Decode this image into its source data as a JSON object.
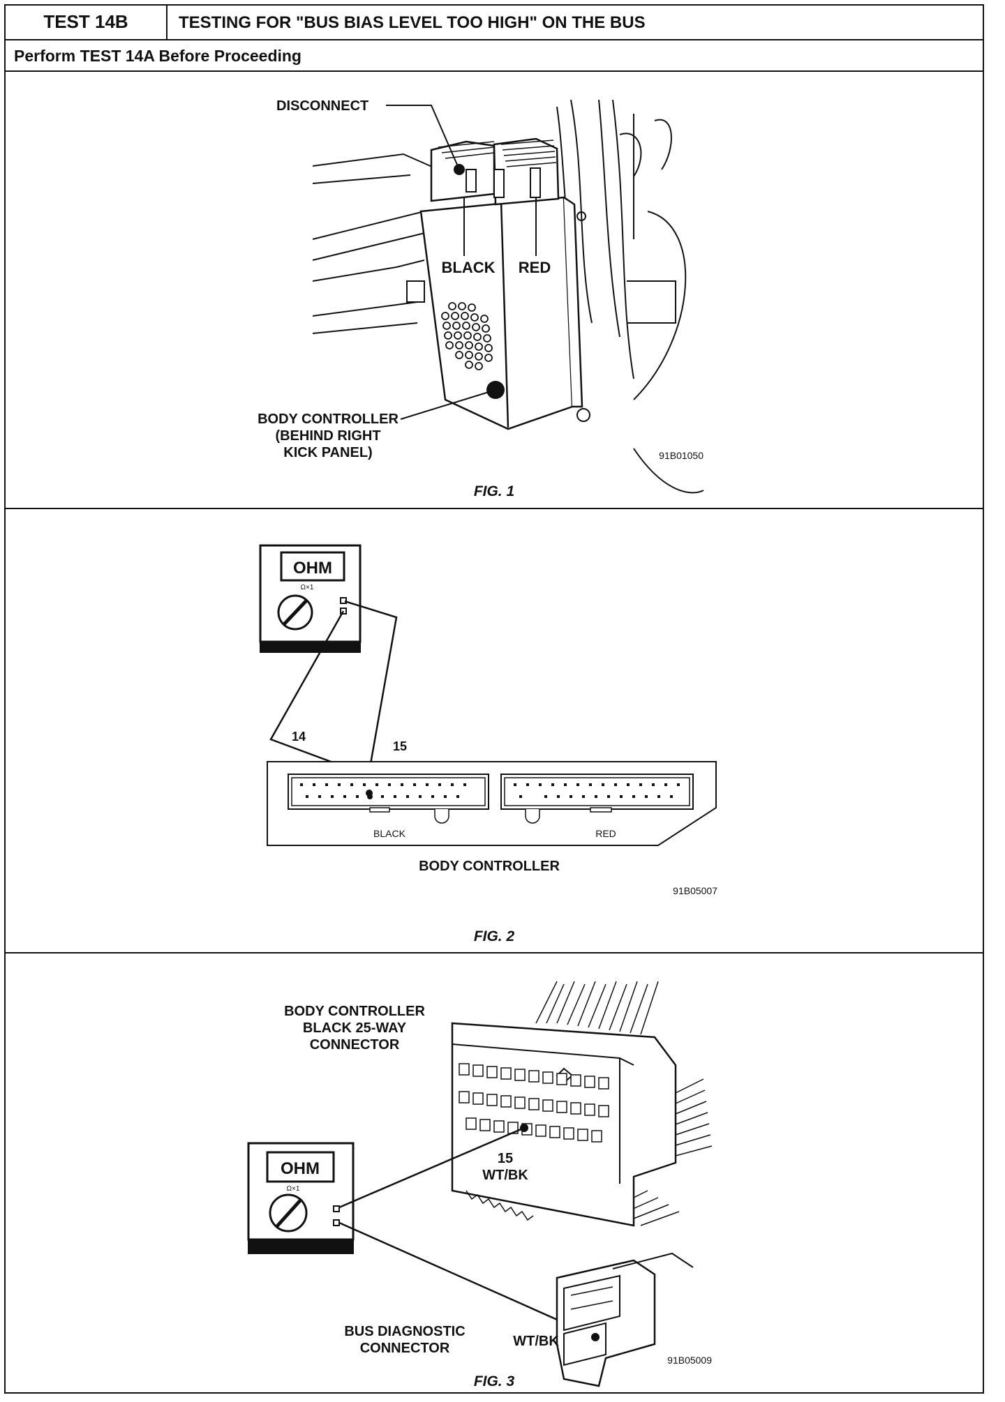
{
  "header": {
    "test_id": "TEST 14B",
    "title": "TESTING FOR \"BUS BIAS LEVEL TOO HIGH\" ON THE BUS",
    "prerequisite": "Perform TEST 14A Before Proceeding"
  },
  "fig1": {
    "caption": "FIG. 1",
    "ref": "91B01050",
    "disconnect": "DISCONNECT",
    "black": "BLACK",
    "red": "RED",
    "body_controller_line1": "BODY CONTROLLER",
    "body_controller_line2": "(BEHIND RIGHT",
    "body_controller_line3": "KICK PANEL)"
  },
  "fig2": {
    "caption": "FIG. 2",
    "ref": "91B05007",
    "meter_display": "OHM",
    "meter_range": "Ω×1",
    "pin_a": "14",
    "pin_b": "15",
    "black": "BLACK",
    "red": "RED",
    "body_controller": "BODY CONTROLLER"
  },
  "fig3": {
    "caption": "FIG. 3",
    "ref": "91B05009",
    "meter_display": "OHM",
    "meter_range": "Ω×1",
    "connector_line1": "BODY CONTROLLER",
    "connector_line2": "BLACK 25-WAY",
    "connector_line3": "CONNECTOR",
    "pin": "15",
    "wire_a": "WT/BK",
    "wire_b": "WT/BK",
    "bus_line1": "BUS DIAGNOSTIC",
    "bus_line2": "CONNECTOR"
  }
}
